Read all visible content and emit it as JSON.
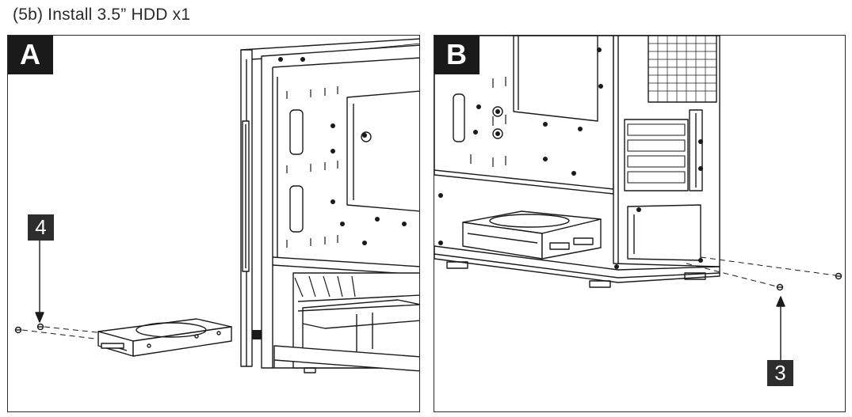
{
  "title": "(5b) Install 3.5” HDD x1",
  "panels": {
    "a": {
      "label": "A",
      "step": "4"
    },
    "b": {
      "label": "B",
      "step": "3"
    }
  }
}
